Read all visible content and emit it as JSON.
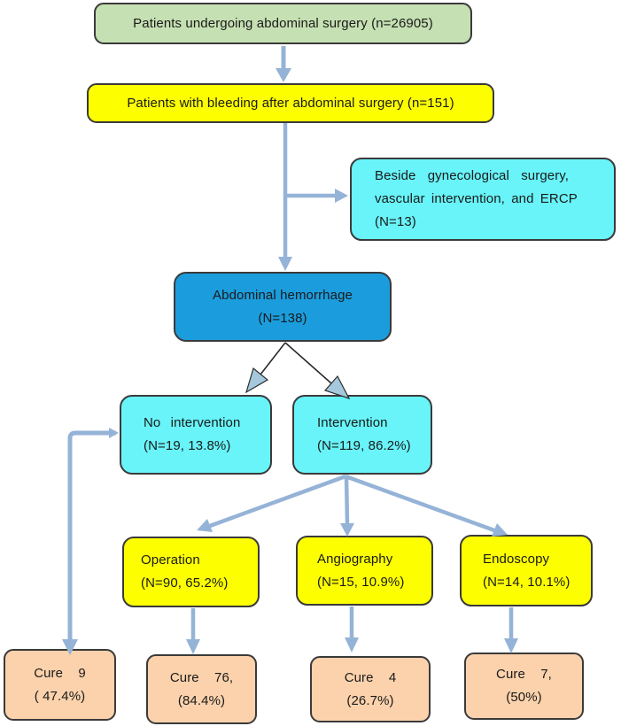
{
  "flowchart": {
    "nodes": {
      "surgery": {
        "text": "Patients undergoing abdominal surgery (n=26905)"
      },
      "bleeding": {
        "text": "Patients with bleeding after abdominal surgery (n=151)"
      },
      "exclusion": {
        "line1": "Beside gynecological surgery,",
        "line2": "vascular intervention, and ERCP",
        "line3": "(N=13)"
      },
      "hemorrhage": {
        "line1": "Abdominal hemorrhage",
        "line2": "(N=138)"
      },
      "no_intervention": {
        "line1": "No intervention",
        "line2": "(N=19, 13.8%)"
      },
      "intervention": {
        "line1": "Intervention",
        "line2": "(N=119, 86.2%)"
      },
      "operation": {
        "line1": "Operation",
        "line2": "(N=90, 65.2%)"
      },
      "angiography": {
        "line1": "Angiography",
        "line2": "(N=15, 10.9%)"
      },
      "endoscopy": {
        "line1": "Endoscopy",
        "line2": "(N=14, 10.1%)"
      },
      "cure_no_intervention": {
        "line1": "Cure 9",
        "line2": "( 47.4%)"
      },
      "cure_operation": {
        "line1": "Cure 76,",
        "line2": "(84.4%)"
      },
      "cure_angiography": {
        "line1": "Cure 4",
        "line2": "(26.7%)"
      },
      "cure_endoscopy": {
        "line1": "Cure 7,",
        "line2": "(50%)"
      }
    },
    "colors": {
      "green": "#c5e0b2",
      "yellow": "#fdff01",
      "cyan": "#68f4f9",
      "blue": "#1b9ddd",
      "peach": "#fbd2ac",
      "arrow": "#95b3d7",
      "head_fill": "#a5c8dd",
      "head_stroke": "#2b2b2b",
      "line_black": "#2b2b2b",
      "border": "#3a3a3a"
    }
  }
}
